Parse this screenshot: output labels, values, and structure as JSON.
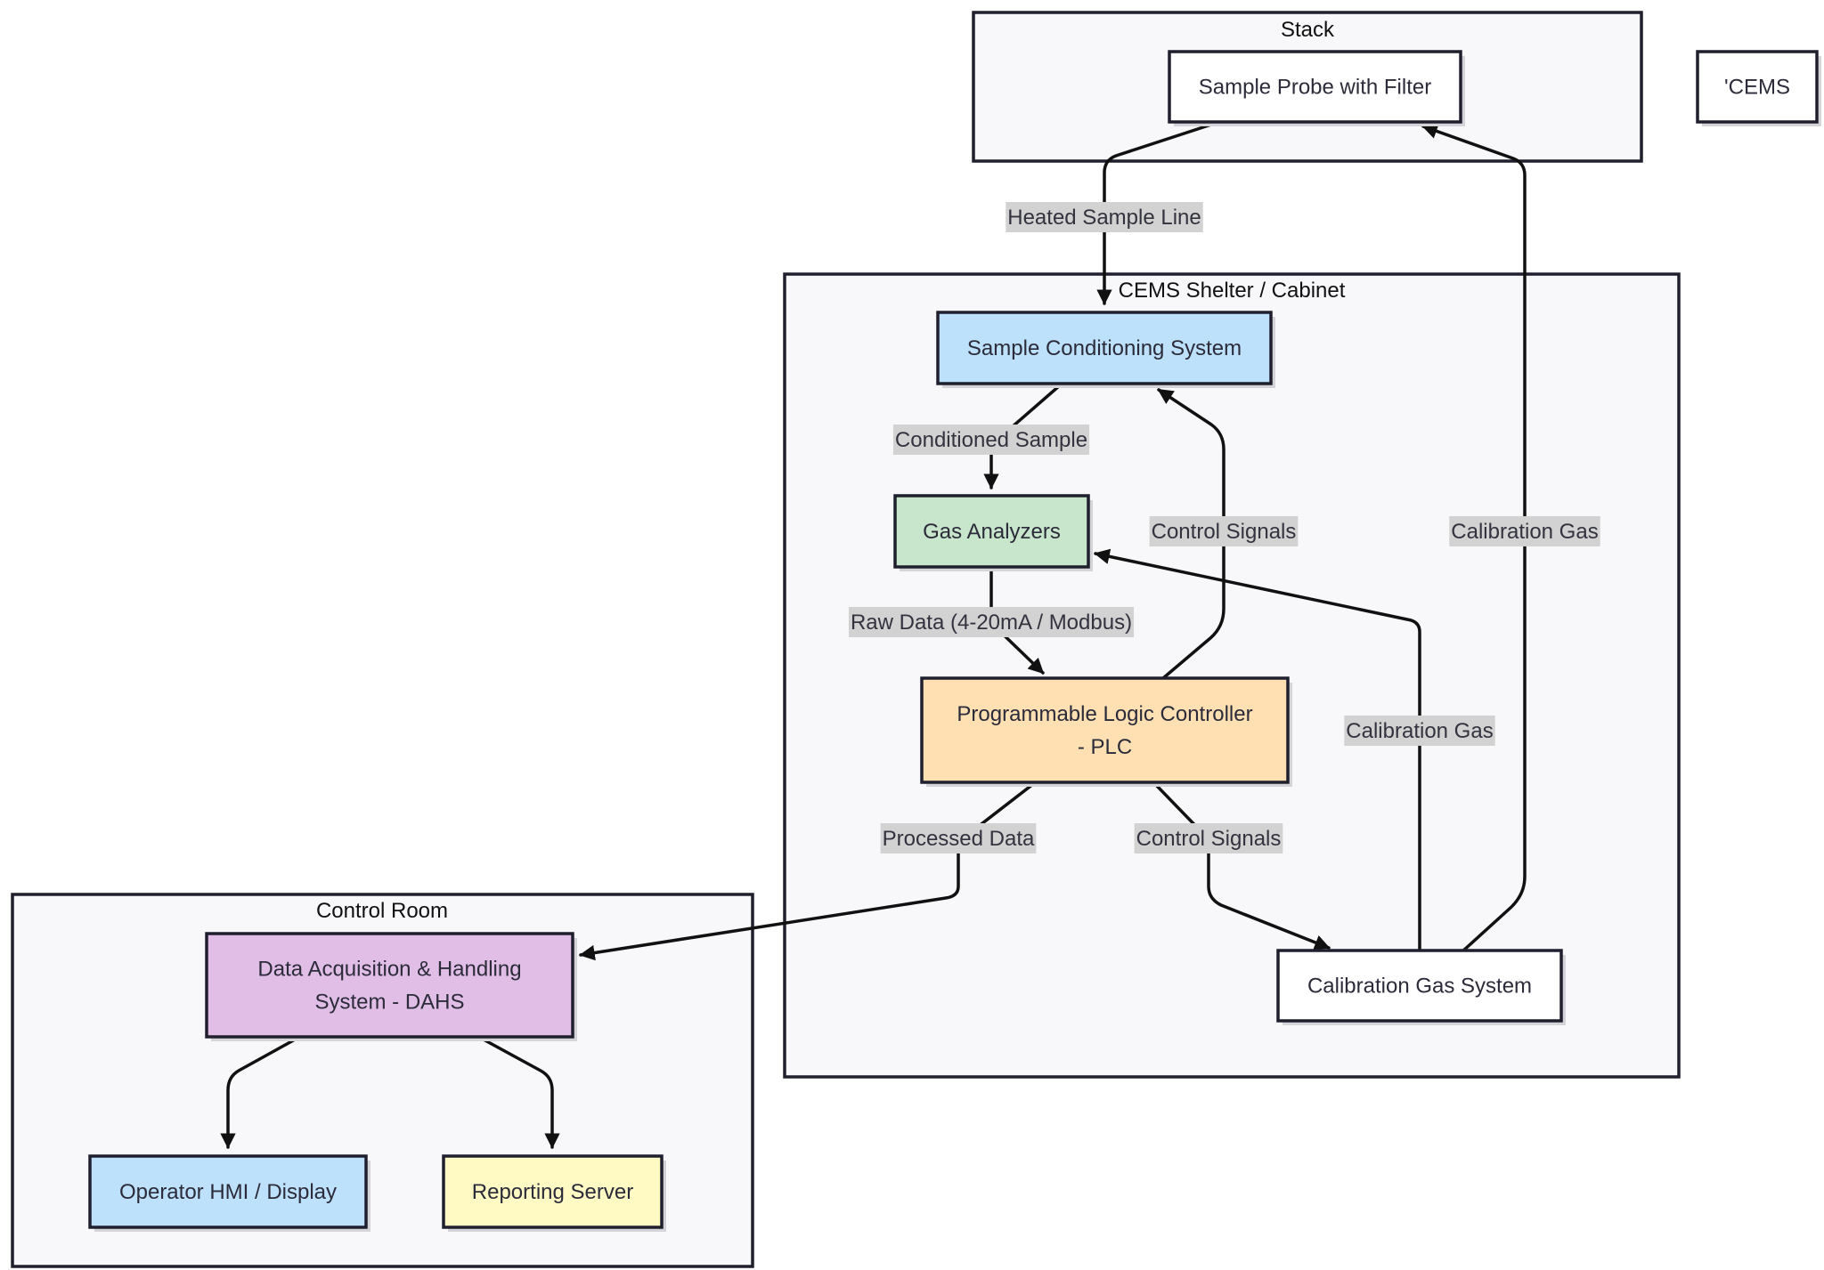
{
  "clusters": {
    "stack": {
      "title": "Stack"
    },
    "shelter": {
      "title": "CEMS Shelter / Cabinet"
    },
    "control_room": {
      "title": "Control Room"
    }
  },
  "nodes": {
    "probe": {
      "lines": [
        "Sample Probe with Filter"
      ],
      "fill": "#ffffff"
    },
    "cems": {
      "lines": [
        "'CEMS"
      ],
      "fill": "#ffffff"
    },
    "scs": {
      "lines": [
        "Sample Conditioning System"
      ],
      "fill": "#bde0fb"
    },
    "analyzers": {
      "lines": [
        "Gas Analyzers"
      ],
      "fill": "#c8e6cb"
    },
    "plc": {
      "lines": [
        "Programmable Logic Controller",
        "- PLC"
      ],
      "fill": "#ffe0b3"
    },
    "cal_system": {
      "lines": [
        "Calibration Gas System"
      ],
      "fill": "#ffffff"
    },
    "dahs": {
      "lines": [
        "Data Acquisition & Handling",
        "System - DAHS"
      ],
      "fill": "#e1bee6"
    },
    "hmi": {
      "lines": [
        "Operator HMI / Display"
      ],
      "fill": "#bde0fb"
    },
    "reporting": {
      "lines": [
        "Reporting Server"
      ],
      "fill": "#fff9c4"
    }
  },
  "edges": [
    {
      "id": "probe-to-scs",
      "label": "Heated Sample Line"
    },
    {
      "id": "scs-to-analyzers",
      "label": "Conditioned Sample"
    },
    {
      "id": "analyzers-to-plc",
      "label": "Raw Data (4-20mA / Modbus)"
    },
    {
      "id": "plc-to-scs",
      "label": "Control Signals"
    },
    {
      "id": "plc-to-dahs",
      "label": "Processed Data"
    },
    {
      "id": "plc-to-cal",
      "label": "Control Signals"
    },
    {
      "id": "cal-to-analyzers",
      "label": "Calibration Gas"
    },
    {
      "id": "cal-to-probe",
      "label": "Calibration Gas"
    },
    {
      "id": "dahs-to-hmi",
      "label": ""
    },
    {
      "id": "dahs-to-reporting",
      "label": ""
    }
  ]
}
